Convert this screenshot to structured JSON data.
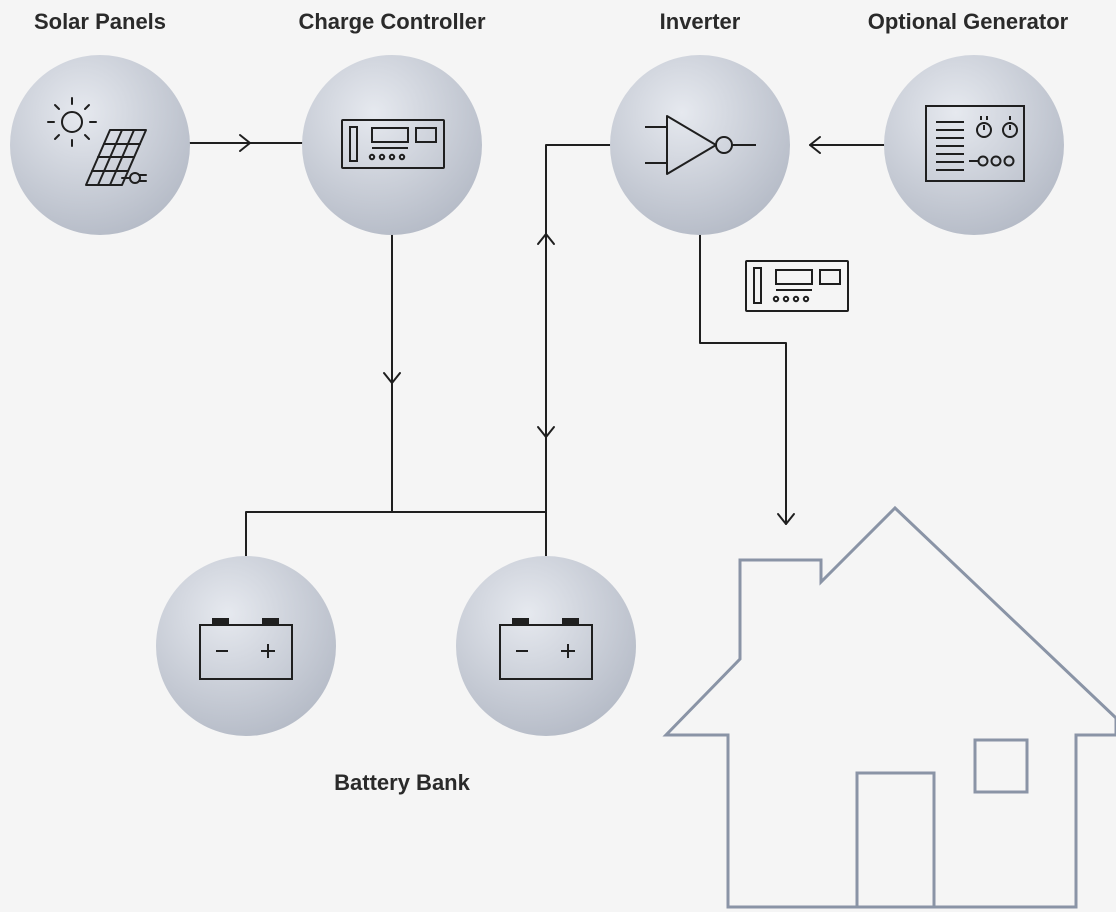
{
  "labels": {
    "solar_panels": "Solar Panels",
    "charge_controller": "Charge Controller",
    "inverter": "Inverter",
    "optional_generator": "Optional Generator",
    "battery_bank": "Battery Bank"
  },
  "icons": {
    "solar": "solar-panel-icon",
    "controller": "charge-controller-icon",
    "inverter": "inverter-icon",
    "generator": "generator-icon",
    "battery": "battery-icon",
    "house": "house-icon"
  },
  "colors": {
    "background": "#f5f5f5",
    "node_fill_light": "#e4e7ed",
    "node_fill_dark": "#b4bac6",
    "line": "#1f1f1f",
    "house_outline": "#8a94a6",
    "label": "#2a2a2a"
  }
}
